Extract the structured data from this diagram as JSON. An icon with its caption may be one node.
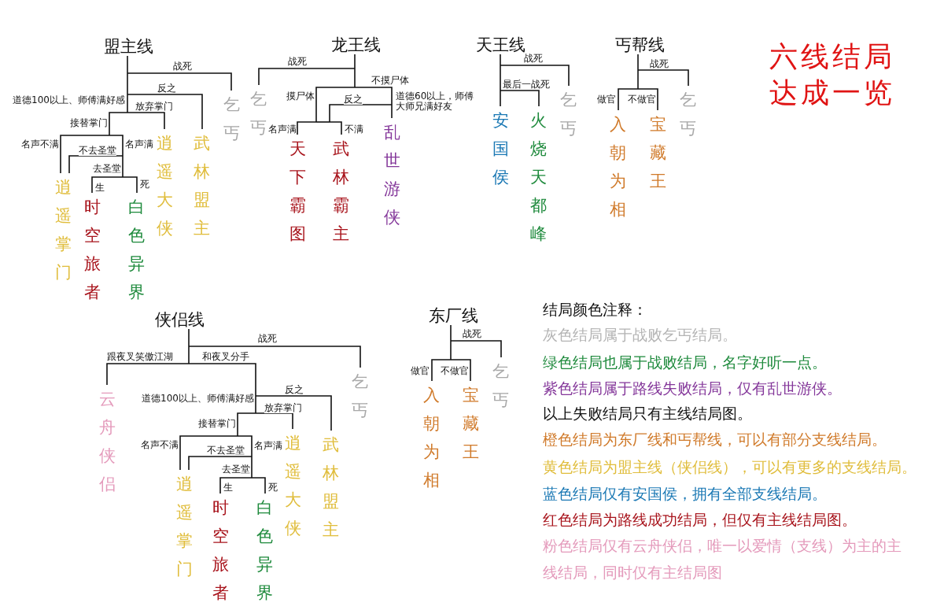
{
  "diagram": {
    "title": "六线结局达成一览",
    "nodes": [
      {
        "text": [
          "盟主线"
        ]
      },
      {
        "text": [
          "逍遥掌门"
        ]
      },
      {
        "text": [
          "时空旅者"
        ]
      },
      {
        "text": [
          "白色异界"
        ]
      },
      {
        "text": [
          "逍遥大侠"
        ]
      },
      {
        "text": [
          "武林盟主"
        ]
      },
      {
        "text": [
          "乞丐"
        ]
      },
      {
        "text": [
          "龙王线"
        ]
      },
      {
        "text": [
          "乞丐"
        ]
      },
      {
        "text": [
          "天下霸图"
        ]
      },
      {
        "text": [
          "武林霸主"
        ]
      },
      {
        "text": [
          "乱世游侠"
        ]
      },
      {
        "text": [
          "天王线"
        ]
      },
      {
        "text": [
          "安国侯"
        ]
      },
      {
        "text": [
          "火烧天都峰"
        ]
      },
      {
        "text": [
          "乞丐"
        ]
      },
      {
        "text": [
          "丐帮线"
        ]
      },
      {
        "text": [
          "入朝为相"
        ]
      },
      {
        "text": [
          "宝藏王"
        ]
      },
      {
        "text": [
          "乞丐"
        ]
      },
      {
        "text": [
          "侠侣线"
        ]
      },
      {
        "text": [
          "云舟侠侣"
        ]
      },
      {
        "text": [
          "逍遥掌门"
        ]
      },
      {
        "text": [
          "时空旅者"
        ]
      },
      {
        "text": [
          "白色异界"
        ]
      },
      {
        "text": [
          "逍遥大侠"
        ]
      },
      {
        "text": [
          "武林盟主"
        ]
      },
      {
        "text": [
          "乞丐"
        ]
      },
      {
        "text": [
          "东厂线"
        ]
      },
      {
        "text": [
          "入朝为相"
        ]
      },
      {
        "text": [
          "宝藏王"
        ]
      },
      {
        "text": [
          "乞丐"
        ]
      }
    ],
    "edges": [
      {
        "from": 0,
        "to": 6,
        "arrow": "none",
        "label": "战死"
      },
      {
        "from": 0,
        "to": 5,
        "arrow": "none",
        "label": "反之"
      },
      {
        "from": 0,
        "to": 4,
        "arrow": "none",
        "label": "放弃掌门"
      },
      {
        "from": 0,
        "to": 1,
        "arrow": "none",
        "label": "名声不满"
      },
      {
        "from": 0,
        "to": 1,
        "arrow": "none",
        "label": "不去圣堂"
      },
      {
        "from": 0,
        "to": 2,
        "arrow": "none",
        "label": "生"
      },
      {
        "from": 0,
        "to": 3,
        "arrow": "none",
        "label": "死"
      },
      {
        "from": 7,
        "to": 8,
        "arrow": "none",
        "label": "战死"
      },
      {
        "from": 7,
        "to": 9,
        "arrow": "none"
      },
      {
        "from": 7,
        "to": 10,
        "arrow": "none"
      },
      {
        "from": 7,
        "to": 9,
        "arrow": "none"
      },
      {
        "from": 7,
        "to": 10,
        "arrow": "none"
      },
      {
        "from": 7,
        "to": 11,
        "arrow": "none",
        "label": "道德60以上，师傅大师兄满好友"
      },
      {
        "from": 12,
        "to": 15,
        "arrow": "none",
        "label": "战死"
      },
      {
        "from": 12,
        "to": 14,
        "arrow": "none",
        "label": "最后一战死"
      },
      {
        "from": 12,
        "to": 13,
        "arrow": "none"
      },
      {
        "from": 16,
        "to": 19,
        "arrow": "none",
        "label": "战死"
      },
      {
        "from": 16,
        "to": 17,
        "arrow": "none",
        "label": "做官"
      },
      {
        "from": 16,
        "to": 18,
        "arrow": "none",
        "label": "不做官"
      },
      {
        "from": 20,
        "to": 27,
        "arrow": "none",
        "label": "战死"
      },
      {
        "from": 20,
        "to": 21,
        "arrow": "none",
        "label": "跟夜叉笑傲江湖"
      },
      {
        "from": 20,
        "to": 26,
        "arrow": "none",
        "label": "反之"
      },
      {
        "from": 20,
        "to": 25,
        "arrow": "none",
        "label": "放弃掌门"
      },
      {
        "from": 20,
        "to": 22,
        "arrow": "none",
        "label": "名声不满"
      },
      {
        "from": 20,
        "to": 22,
        "arrow": "none",
        "label": "不去圣堂"
      },
      {
        "from": 20,
        "to": 23,
        "arrow": "none",
        "label": "生"
      },
      {
        "from": 20,
        "to": 24,
        "arrow": "none",
        "label": "死"
      },
      {
        "from": 28,
        "to": 31,
        "arrow": "none",
        "label": "战死"
      },
      {
        "from": 28,
        "to": 29,
        "arrow": "none",
        "label": "做官"
      },
      {
        "from": 28,
        "to": 30,
        "arrow": "none",
        "label": "不做官"
      }
    ],
    "labels": [
      "道德100以上、师傅满好感",
      "接替掌门",
      "名声满",
      "去圣堂",
      "不摸尸体",
      "摸尸体",
      "反之",
      "名声满",
      "不满",
      "和夜叉分手",
      "道德100以上、师傅满好感",
      "接替掌门",
      "名声满",
      "去圣堂",
      "结局颜色注释：",
      "灰色结局属于战败乞丐结局。",
      "绿色结局也属于战败结局，名字好听一点。",
      "紫色结局属于路线失败结局，仅有乱世游侠。",
      "以上失败结局只有主线结局图。",
      "橙色结局为东厂线和丐帮线，可以有部分支线结局。",
      "黄色结局为盟主线（侠侣线），可以有更多的支线结局。",
      "蓝色结局仅有安国侯，拥有全部支线结局。",
      "红色结局为路线成功结局，但仅有主线结局图。",
      "粉色结局仅有云舟侠侣，唯一以爱情（支线）为主的主线结局，同时仅有主结局图"
    ]
  }
}
